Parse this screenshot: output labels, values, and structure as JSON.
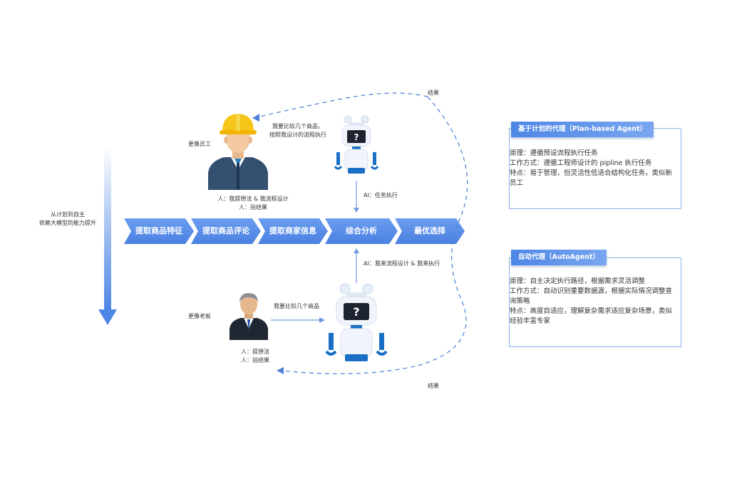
{
  "left": {
    "axis_label_line1": "从计划到自主",
    "axis_label_line2": "依赖大模型的能力提升"
  },
  "top": {
    "label_role": "更像员工",
    "bubble_line1": "我要比较几个商品，",
    "bubble_line2": "按照我设计的流程执行",
    "human_line1": "人：我提想法 & 我流程设计",
    "human_line2": "人：验结果",
    "ai_label": "AI：任务执行",
    "result_label": "结果"
  },
  "pipeline": [
    "提取商品特征",
    "提取商品评论",
    "提取商家信息",
    "综合分析",
    "最优选择"
  ],
  "bottom": {
    "label_role": "更像老板",
    "bubble": "我要比较几个商品",
    "human_line1": "人：提想法",
    "human_line2": "人：验结果",
    "ai_label": "AI：我来流程设计 & 我来执行",
    "result_label": "结果"
  },
  "panels": [
    {
      "title": "基于计划的代理（Plan-based Agent）",
      "lines": [
        "原理：遵循预设流程执行任务",
        "工作方式：遵循工程师设计的 pipline 执行任务",
        "特点：易于管理，但灵活性低适合结构化任务，类似新",
        "员工"
      ]
    },
    {
      "title": "自动代理（AutoAgent）",
      "lines": [
        "原理：自主决定执行路径，根据需求灵活调整",
        "工作方式：自动识别重要数据源，根据实际情况调整查",
        "询策略",
        "特点：高度自适应，理解复杂需求适应复杂场景，类似",
        "经验丰富专家"
      ]
    }
  ],
  "colors": {
    "accent": "#4d86e6",
    "accent_light": "#8fb4f0",
    "dashed": "#4a7fd6",
    "helmet": "#f5c518",
    "shirt": "#2f4a6b"
  },
  "icons": {
    "worker": "worker-helmet-icon",
    "boss": "businessman-icon",
    "robot": "robot-icon"
  }
}
